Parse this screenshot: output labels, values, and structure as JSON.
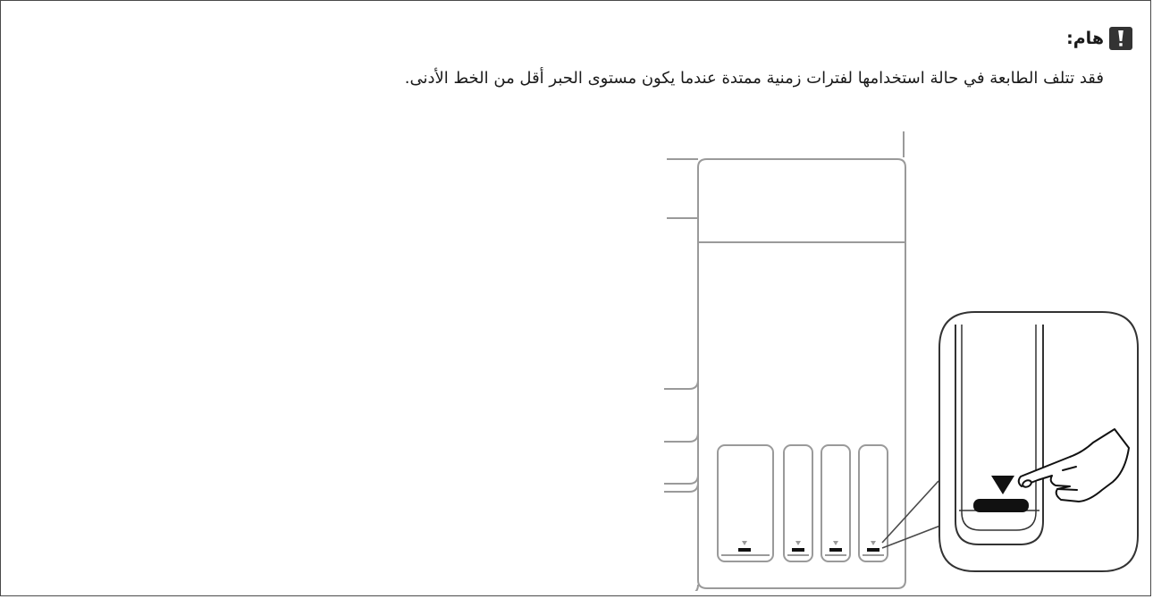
{
  "note": {
    "icon": "exclamation-icon",
    "title": "هام:",
    "message": "فقد تتلف الطابعة في حالة استخدامها لفترات زمنية ممتدة عندما يكون مستوى الحبر أقل من الخط الأدنى.",
    "icon_color": "#333333"
  },
  "illustration": {
    "description_icons": [
      "ink-tank-icon",
      "lower-line-marker-icon",
      "pointing-hand-icon"
    ],
    "tank_count": 4
  }
}
